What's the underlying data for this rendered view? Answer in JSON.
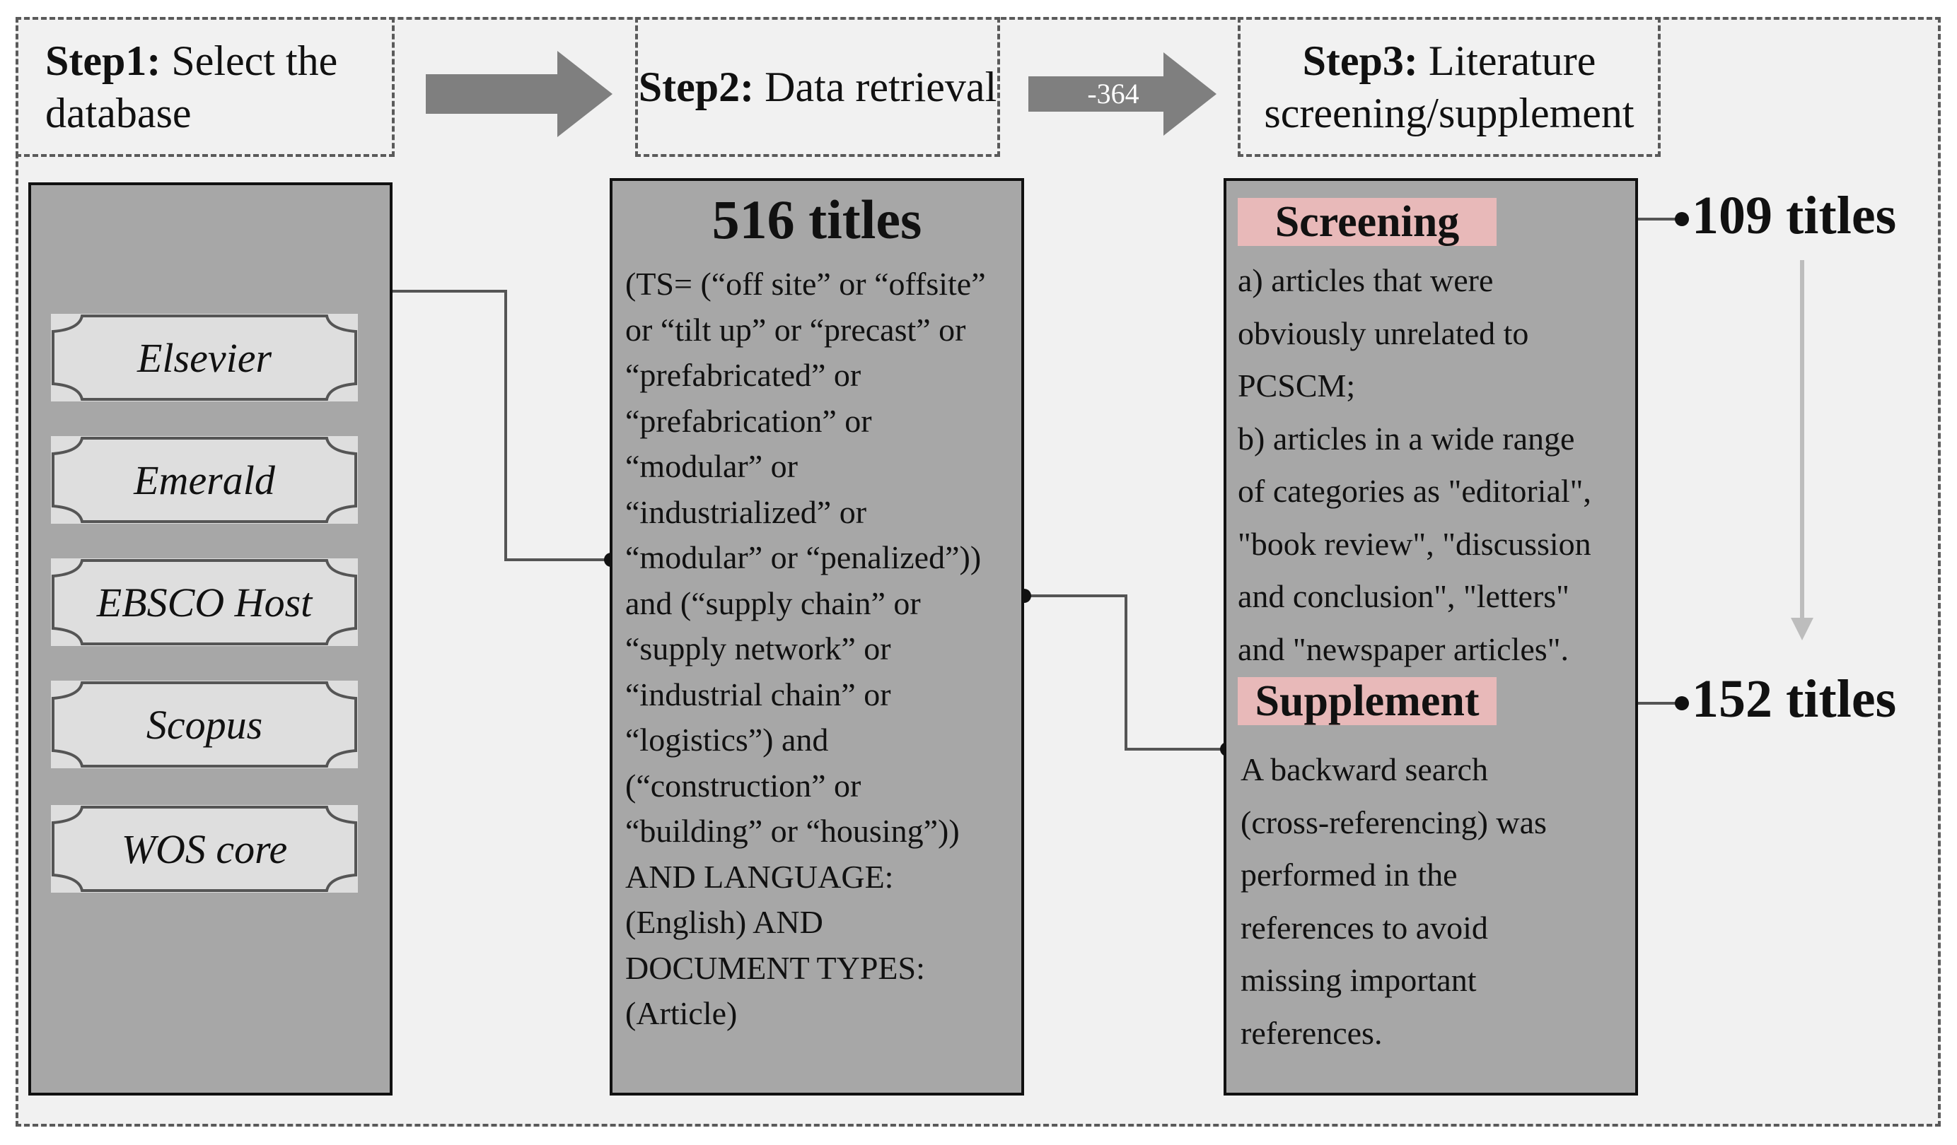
{
  "steps": [
    {
      "bold": "Step1:",
      "rest": " Select the database"
    },
    {
      "bold": "Step2:",
      "rest": " Data retrieval"
    },
    {
      "bold": "Step3:",
      "rest": " Literature screening/supplement"
    }
  ],
  "arrow2_label": "-364",
  "databases": [
    "Elsevier",
    "Emerald",
    "EBSCO Host",
    "Scopus",
    "WOS core"
  ],
  "retrieval": {
    "title": "516 titles",
    "query": "(TS= (“off site” or “offsite”\nor “tilt up” or “precast” or\n“prefabricated” or\n“prefabrication” or\n“modular” or\n“industrialized” or\n“modular” or “penalized”))\nand (“supply chain” or\n“supply network” or\n“industrial chain” or\n“logistics”) and\n(“construction” or\n“building” or “housing”))\nAND LANGUAGE:\n(English) AND\nDOCUMENT TYPES:\n(Article)"
  },
  "screening": {
    "label": "Screening",
    "text": "a) articles that were\nobviously unrelated to\nPCSCM;\nb) articles in a wide range\nof categories as \"editorial\",\n\"book review\", \"discussion\nand conclusion\", \"letters\"\nand \"newspaper articles\".",
    "count": "109 titles"
  },
  "supplement": {
    "label": "Supplement",
    "text": "A backward search\n(cross-referencing) was\nperformed in the\nreferences to avoid\nmissing important\nreferences.",
    "count": "152 titles"
  },
  "colors": {
    "panel": "#a7a7a7",
    "canvas": "#f1f1f1",
    "tag": "#e8b9b9",
    "arrow": "#7f7f7f",
    "down_arrow": "#bdbdbd"
  }
}
